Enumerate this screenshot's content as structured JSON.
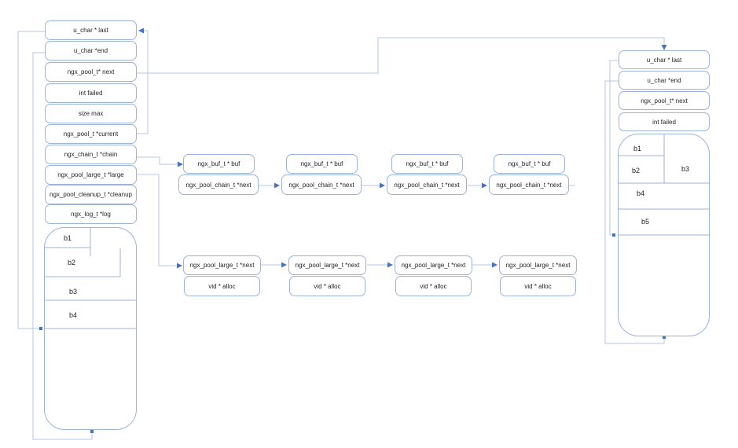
{
  "colors": {
    "box_border": "#9cb3d9",
    "connector_line": "#b6c7e5",
    "arrowhead": "#4472c4",
    "text": "#1f1f1f",
    "background": "#ffffff"
  },
  "left_pool": {
    "fields": [
      "u_char * last",
      "u_char *end",
      "ngx_pool_t* next",
      "int failed",
      "size max",
      "ngx_pool_t *current",
      "ngx_chain_t *chain",
      "ngx_pool_large_t *large",
      "ngx_pool_cleanup_t *cleanup",
      "ngx_log_t *log"
    ]
  },
  "left_block": {
    "cells": [
      "b1",
      "b2",
      "b3",
      "b4"
    ]
  },
  "chain_row": {
    "units": [
      {
        "buf": "ngx_buf_t * buf",
        "next": "ngx_pool_chain_t *next"
      },
      {
        "buf": "ngx_buf_t * buf",
        "next": "ngx_pool_chain_t *next"
      },
      {
        "buf": "ngx_buf_t * buf",
        "next": "ngx_pool_chain_t *next"
      },
      {
        "buf": "ngx_buf_t * buf",
        "next": "ngx_pool_chain_t *next"
      }
    ]
  },
  "large_row": {
    "units": [
      {
        "next": "ngx_pool_large_t *next",
        "alloc": "vid * alloc"
      },
      {
        "next": "ngx_pool_large_t *next",
        "alloc": "vid * alloc"
      },
      {
        "next": "ngx_pool_large_t *next",
        "alloc": "vid * alloc"
      },
      {
        "next": "ngx_pool_large_t *next",
        "alloc": "vid * alloc"
      }
    ]
  },
  "right_pool": {
    "fields": [
      "u_char * last",
      "u_char *end",
      "ngx_pool_t* next",
      "int failed"
    ]
  },
  "right_block": {
    "cells": [
      "b1",
      "b2",
      "b3",
      "b4",
      "b5"
    ]
  }
}
